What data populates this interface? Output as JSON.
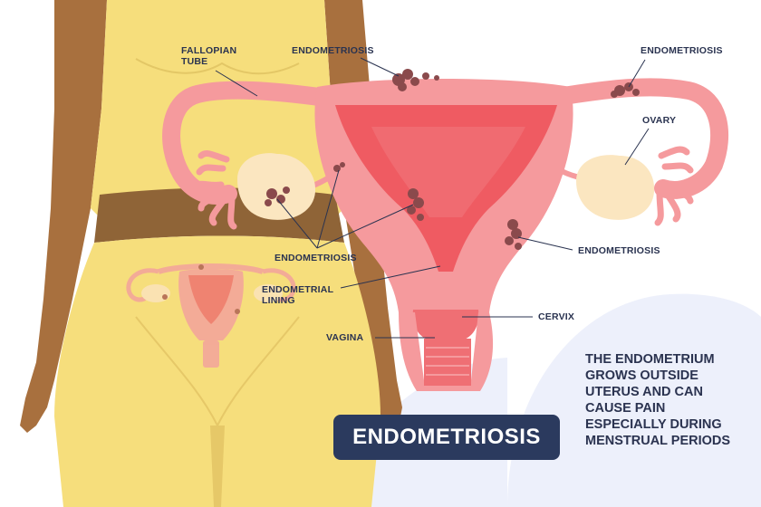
{
  "labels": {
    "fallopian_tube": [
      "FALLOPIAN",
      "TUBE"
    ],
    "endometriosis_top": "ENDOMETRIOSIS",
    "endometriosis_top_right": "ENDOMETRIOSIS",
    "ovary": "OVARY",
    "endometriosis_left": "ENDOMETRIOSIS",
    "endometriosis_right": "ENDOMETRIOSIS",
    "endometrial_lining": [
      "ENDOMETRIAL",
      "LINING"
    ],
    "cervix": "CERVIX",
    "vagina": "VAGINA"
  },
  "banner": {
    "title": "ENDOMETRIOSIS"
  },
  "description": [
    "THE ENDOMETRIUM",
    "GROWS OUTSIDE",
    "UTERUS AND CAN",
    "CAUSE PAIN",
    "ESPECIALLY DURING",
    "MENSTRUAL PERIODS"
  ],
  "colors": {
    "skin": "#a8703e",
    "garment": "#f6de7c",
    "waistband": "#8f6437",
    "uterus": "#f59a9d",
    "uterus_inner": "#ef5b62",
    "ovary": "#fbe6c0",
    "lesion": "#8a4a4c",
    "text": "#2a3350",
    "banner": "#2b3a5e",
    "background_blob": "#edf0fb"
  }
}
